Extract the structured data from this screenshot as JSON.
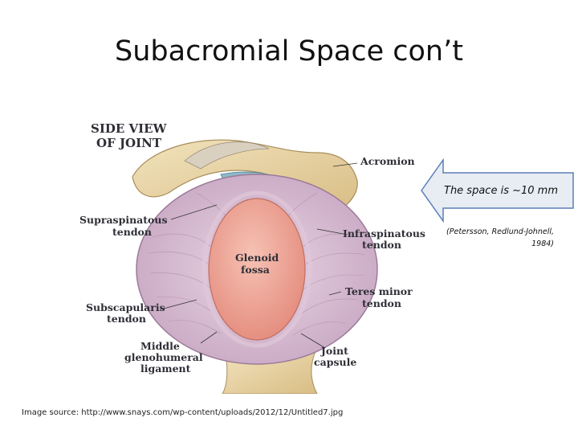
{
  "slide": {
    "title": "Subacromial Space con’t",
    "callout": {
      "text": "The space is ~10 mm",
      "citation_line1": "(Petersson, Redlund-Johnell,",
      "citation_line2": "1984)"
    },
    "source": "Image source: http://www.snays.com/wp-content/uploads/2012/12/Untitled7.jpg"
  },
  "diagram": {
    "heading_line1": "SIDE VIEW",
    "heading_line2": "OF JOINT",
    "acromion": "Acromion",
    "supraspinatous_line1": "Supraspinatous",
    "supraspinatous_line2": "tendon",
    "infraspinatous_line1": "Infraspinatous",
    "infraspinatous_line2": "tendon",
    "glenoid_line1": "Glenoid",
    "glenoid_line2": "fossa",
    "teres_line1": "Teres  minor",
    "teres_line2": "tendon",
    "subscapularis_line1": "Subscapularis",
    "subscapularis_line2": "tendon",
    "middle_line1": "Middle",
    "middle_line2": "glenohumeral",
    "middle_line3": "ligament",
    "joint_line1": "Joint",
    "joint_line2": "capsule"
  },
  "colors": {
    "bone": "#e8d5a8",
    "capsule": "#d8c4d6",
    "fossa": "#f0a89a",
    "bursa": "#8fb8c8",
    "callout_fill": "#e8ecf3",
    "callout_stroke": "#5b7fb8"
  }
}
